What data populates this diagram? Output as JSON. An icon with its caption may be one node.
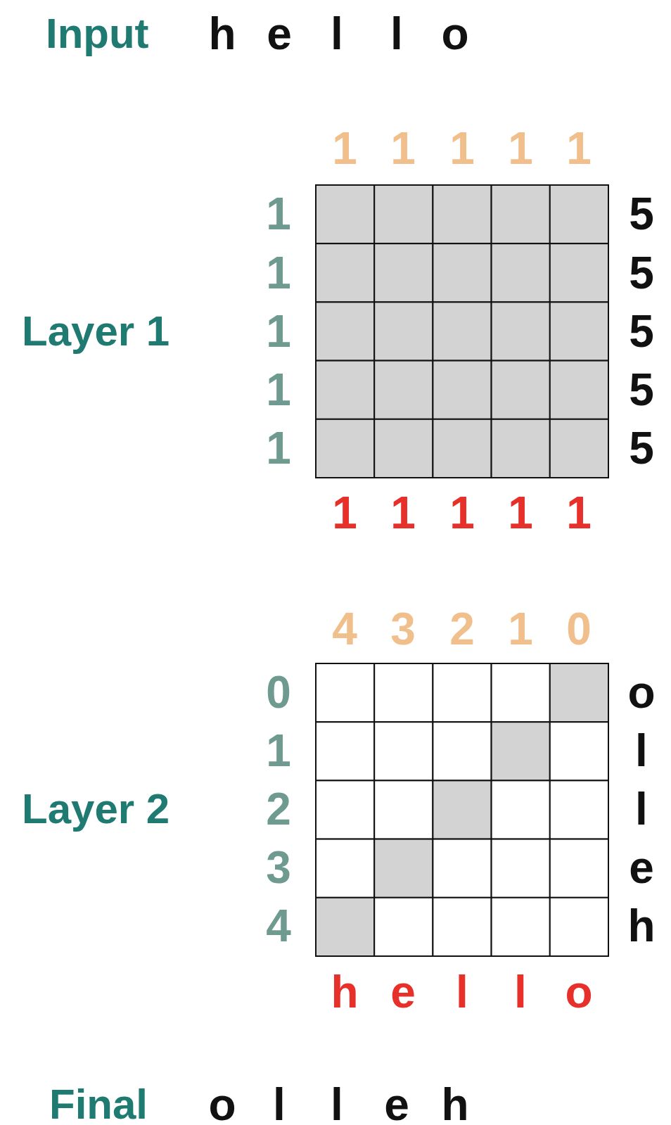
{
  "diagram": {
    "labels": [
      "Input",
      "h",
      "e",
      "l",
      "l",
      "o",
      "1",
      "1",
      "1",
      "1",
      "1",
      "1",
      "5",
      "1",
      "5",
      "Layer 1",
      "1",
      "5",
      "1",
      "5",
      "1",
      "5",
      "1",
      "1",
      "1",
      "1",
      "1",
      "4",
      "3",
      "2",
      "1",
      "0",
      "0",
      "o",
      "1",
      "l",
      "Layer 2",
      "2",
      "l",
      "3",
      "e",
      "4",
      "h",
      "h",
      "e",
      "l",
      "l",
      "o",
      "Final",
      "o",
      "l",
      "l",
      "e",
      "h"
    ]
  }
}
